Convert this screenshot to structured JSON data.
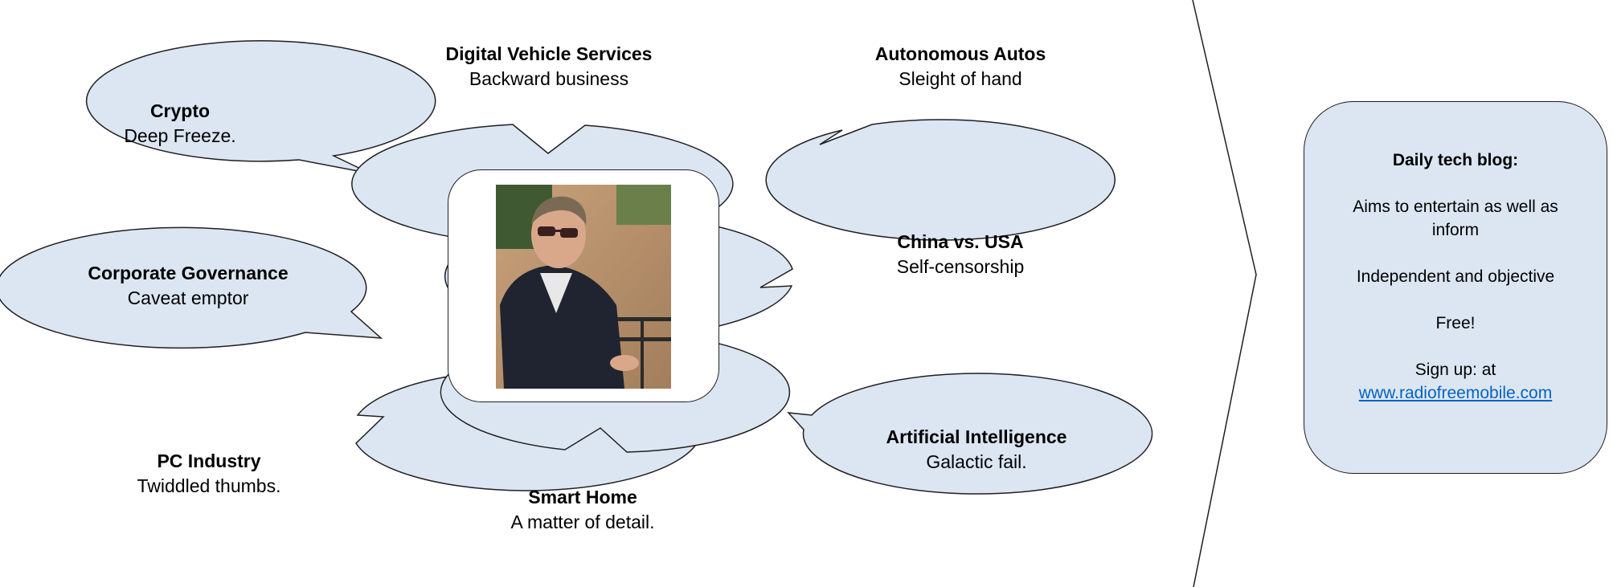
{
  "bubbles": [
    {
      "id": "crypto",
      "title": "Crypto",
      "subtitle": "Deep Freeze."
    },
    {
      "id": "digital-vehicle",
      "title": "Digital Vehicle Services",
      "subtitle": "Backward business"
    },
    {
      "id": "autonomous",
      "title": "Autonomous Autos",
      "subtitle": "Sleight of hand"
    },
    {
      "id": "governance",
      "title": "Corporate Governance",
      "subtitle": "Caveat emptor"
    },
    {
      "id": "china",
      "title": "China vs. USA",
      "subtitle": "Self-censorship"
    },
    {
      "id": "pc",
      "title": "PC Industry",
      "subtitle": "Twiddled thumbs."
    },
    {
      "id": "ai",
      "title": "Artificial Intelligence",
      "subtitle": "Galactic fail."
    },
    {
      "id": "smarthome",
      "title": "Smart Home",
      "subtitle": "A matter of detail."
    }
  ],
  "blog": {
    "heading": "Daily tech blog:",
    "line1": "Aims to entertain as well as inform",
    "line2": "Independent and objective",
    "line3": "Free!",
    "line4": "Sign up: at",
    "link": "www.radiofreemobile.com"
  },
  "colors": {
    "bubble_fill": "#dce6f2",
    "stroke": "#1f1f1f",
    "link": "#0563c1"
  },
  "photo_icon": "person-photo"
}
